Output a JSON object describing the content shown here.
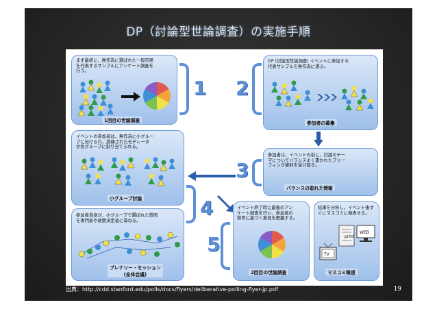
{
  "slide": {
    "title": "DP（討論型世論調査）の実施手順",
    "footer": "出典：http://cdd.stanford.edu/polls/docs/flyers/deliberative-polling-flyer-jp.pdf",
    "page_number": "19"
  },
  "figure": {
    "panel1": {
      "text": [
        "まず最初に、無作為に選ばれた一般市民",
        "を代表するサンプルにアンケート調査を",
        "行う。"
      ],
      "label": "1回目の世論調査"
    },
    "panel2": {
      "text": [
        "DP (討論型世論調査) イベントに参加する",
        "代表サンプルを無作為に選ぶ。"
      ],
      "label": "参加者の募集"
    },
    "panel3": {
      "text": [
        "参加者は、イベントの前に、討論のテー",
        "マについてバランスよく書かれたブリー",
        "フィング資料を受け取る。"
      ],
      "label": "バランスの取れた情報"
    },
    "panel4a": {
      "text": [
        "イベントの参加者は、無作為に小グルー",
        "プに分けられ、訓練されたモデレータ",
        "が各グループに割り当てられる。"
      ],
      "label": "小グループ討論"
    },
    "panel4b": {
      "text": [
        "参加者自身が、小グループで選ばれた質問",
        "を専門家や政策決定者に尋ねる。"
      ],
      "label": "プレナリー・セッション",
      "label2": "(全体会議)"
    },
    "panel5": {
      "text": [
        "イベント終了時に最後のアン",
        "ケート調査を行い、参加者の",
        "熟考に基づく意見を把握する。"
      ],
      "label": "2回目の世論調査"
    },
    "panel6": {
      "text": [
        "結果を分析し、イベント後す",
        "ぐにマスコミに発表する。"
      ],
      "label": "マスコミ報道",
      "tv": "TV",
      "web": "WEB",
      "print": "print"
    },
    "step_numbers": [
      "1",
      "2",
      "3",
      "4",
      "5"
    ]
  },
  "colors": {
    "title": "#cfe6ff",
    "panel_border": "#6e9ad8",
    "accent": "#5d8fd6",
    "pie": [
      "#e05a4e",
      "#f2a33a",
      "#f0e04a",
      "#7cc24e",
      "#3d8fd6",
      "#8a5cc6",
      "#c6c6c6"
    ]
  }
}
